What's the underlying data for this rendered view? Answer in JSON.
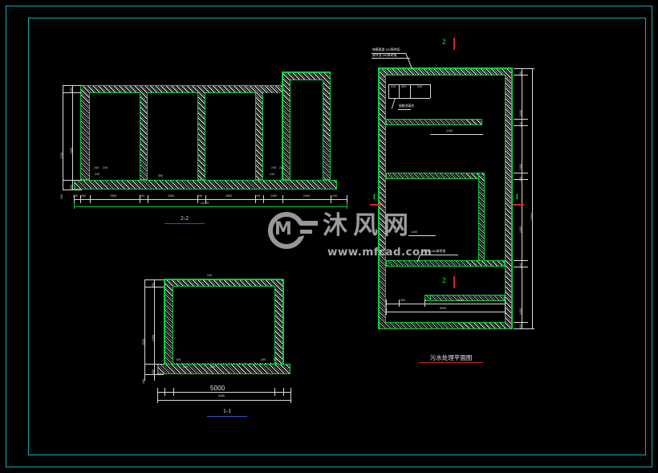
{
  "drawing": {
    "background_color": "#000000",
    "frame_color": "#00b3b3",
    "wall_outline_color": "#00d23c",
    "dimension_color": "#d9d9d9",
    "section_marker_color": "#00d23c",
    "section_tick_color": "#e02020"
  },
  "views": {
    "section_2_2": {
      "caption": "2-2",
      "caption_underline_color": "#2f4fd0",
      "vertical_dimensions": [
        "250",
        "4100",
        "4700",
        "350",
        "100"
      ],
      "bottom_chain_dimensions": [
        "240",
        "250",
        "2500",
        "240",
        "2400",
        "240",
        "2500",
        "240",
        "2400",
        "240",
        "2400",
        "240",
        "100"
      ],
      "overall_dimension": "14100",
      "wall_labels": [
        "240",
        "240",
        "240",
        "240",
        "240",
        "240"
      ],
      "slab_labels": [
        "350",
        "350"
      ],
      "chamber_count": 5
    },
    "section_1_1": {
      "caption": "1-1",
      "caption_underline_color": "#2f4fd0",
      "vertical_dimensions": [
        "250",
        "4100",
        "4500",
        "350",
        "100"
      ],
      "width_dimension": "5000",
      "overall_dimension": "5480",
      "bottom_chain_dimensions": [
        "120",
        "240",
        "5000",
        "240",
        "120"
      ],
      "top_label": "240",
      "wall_labels": [
        "240",
        "240",
        "240",
        "240"
      ],
      "slab_label": "350"
    },
    "plan_view": {
      "caption": "污水处理平面图",
      "caption_underline_color": "#cf2020",
      "leader_notes": [
        "格栅渠道 240厚砖墙",
        "调节池 240厚砖墙"
      ],
      "interior_notes": [
        "排泥管井位",
        "厌氧池 240厚砖墙",
        "接触消毒池"
      ],
      "top_chain_dimensions": [
        "240",
        "900",
        "240"
      ],
      "right_chain_dimensions": [
        "250",
        "3400",
        "240",
        "2400",
        "240",
        "2400",
        "240",
        "2400",
        "250"
      ],
      "right_overall_dimension": "12000",
      "bottom_chain_dimensions": [
        "240",
        "900",
        "4200",
        "240"
      ],
      "bottom_overall_dimension": "5000",
      "interior_dimensions": [
        "4100",
        "1400",
        "4200"
      ],
      "section_markers": [
        {
          "label": "2",
          "orientation": "vertical",
          "position": "top"
        },
        {
          "label": "2",
          "orientation": "vertical",
          "position": "middle"
        },
        {
          "label": "1",
          "orientation": "horizontal",
          "position": "left"
        },
        {
          "label": "1",
          "orientation": "horizontal",
          "position": "right"
        }
      ]
    }
  },
  "watermark": {
    "logo_letter": "M",
    "brand_cn": "沐风网",
    "url": "www.mfcad.com"
  }
}
